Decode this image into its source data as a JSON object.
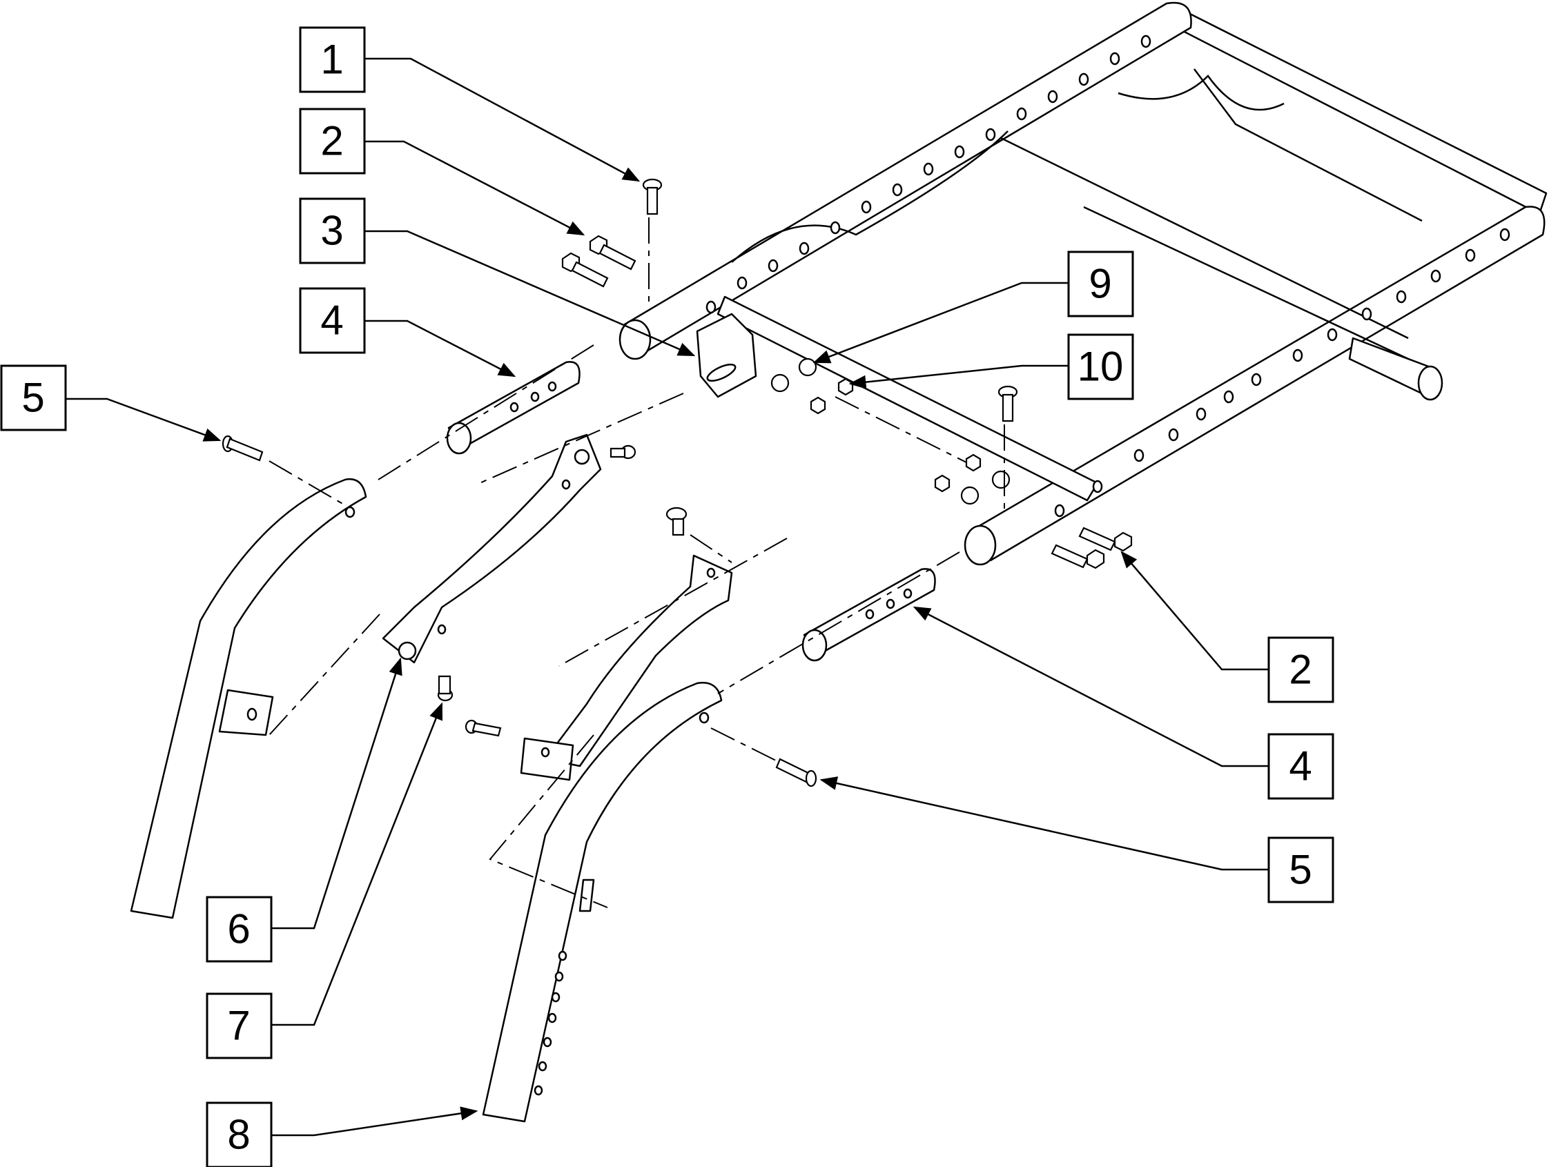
{
  "colors": {
    "line": "#000000",
    "background": "#ffffff"
  },
  "callouts": [
    {
      "id": "c1",
      "label": "1"
    },
    {
      "id": "c2a",
      "label": "2"
    },
    {
      "id": "c3",
      "label": "3"
    },
    {
      "id": "c4a",
      "label": "4"
    },
    {
      "id": "c5a",
      "label": "5"
    },
    {
      "id": "c9",
      "label": "9"
    },
    {
      "id": "c10",
      "label": "10"
    },
    {
      "id": "c2b",
      "label": "2"
    },
    {
      "id": "c4b",
      "label": "4"
    },
    {
      "id": "c5b",
      "label": "5"
    },
    {
      "id": "c6",
      "label": "6"
    },
    {
      "id": "c7",
      "label": "7"
    },
    {
      "id": "c8",
      "label": "8"
    }
  ]
}
